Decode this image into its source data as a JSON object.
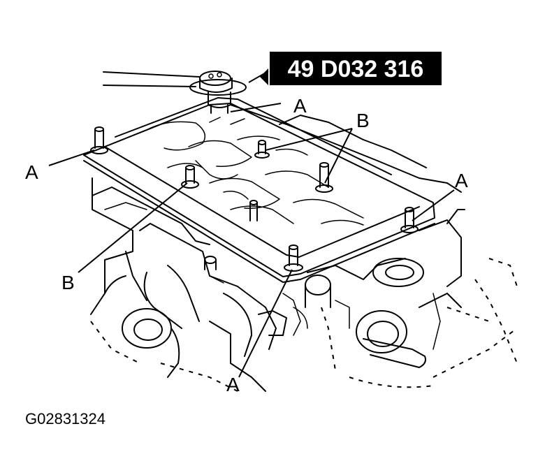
{
  "tool_number": "49 D032 316",
  "figure_id": "G02831324",
  "callouts": {
    "a_top": "A",
    "a_left": "A",
    "a_right": "A",
    "a_bottom": "A",
    "b_top": "B",
    "b_left": "B"
  },
  "colors": {
    "ink": "#000000",
    "paper": "#ffffff"
  }
}
